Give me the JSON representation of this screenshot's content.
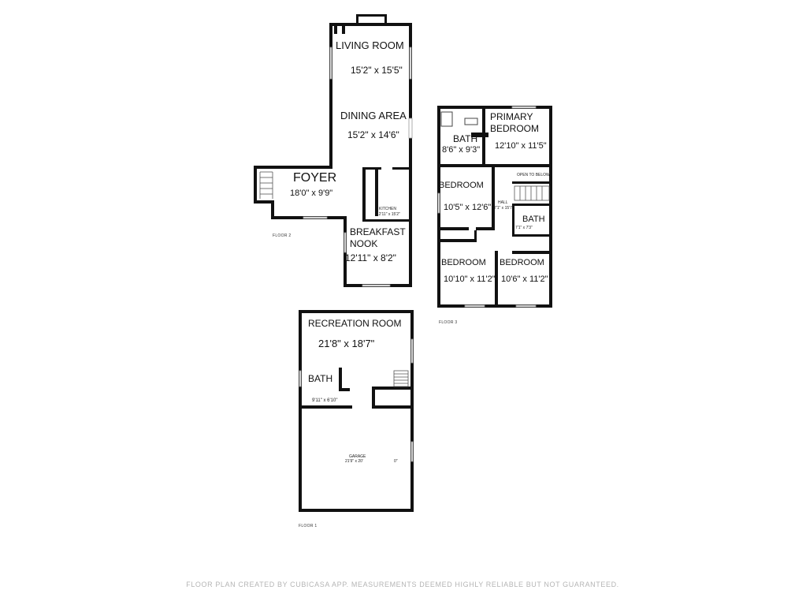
{
  "floors": {
    "floor2": {
      "label": "FLOOR 2",
      "rooms": {
        "living_room": {
          "name": "LIVING ROOM",
          "dims": "15'2\" x 15'5\""
        },
        "dining_area": {
          "name": "DINING AREA",
          "dims": "15'2\" x 14'6\""
        },
        "foyer": {
          "name": "FOYER",
          "dims": "18'0\" x 9'9\""
        },
        "kitchen": {
          "name": "KITCHEN",
          "dims": "12'11\" x 15'2\""
        },
        "breakfast_nook": {
          "name_line1": "BREAKFAST",
          "name_line2": "NOOK",
          "dims": "12'11\" x 8'2\""
        }
      }
    },
    "floor3": {
      "label": "FLOOR 3",
      "rooms": {
        "primary_bedroom": {
          "name_line1": "PRIMARY",
          "name_line2": "BEDROOM",
          "dims": "12'10\" x 11'5\""
        },
        "primary_bath": {
          "name": "BATH",
          "dims": "8'6\" x 9'3\""
        },
        "open_to_below": {
          "name": "OPEN TO BELOW"
        },
        "bedroom_a": {
          "name": "BEDROOM",
          "dims": "10'5\" x 12'6\""
        },
        "hall": {
          "name": "HALL",
          "dims": "7'1\" x 15'7\""
        },
        "hall_bath": {
          "name": "BATH",
          "dims": "7'1\" x 7'3\""
        },
        "bedroom_b": {
          "name": "BEDROOM",
          "dims": "10'10\" x 11'2\""
        },
        "bedroom_c": {
          "name": "BEDROOM",
          "dims": "10'6\" x 11'2\""
        }
      }
    },
    "floor1": {
      "label": "FLOOR 1",
      "rooms": {
        "recreation_room": {
          "name": "RECREATION ROOM",
          "dims": "21'8\" x 18'7\""
        },
        "bath": {
          "name": "BATH",
          "dims": "9'11\" x 6'10\""
        },
        "garage": {
          "name": "GARAGE",
          "dims": "21'9\" x 20'",
          "extra": "0\""
        }
      }
    }
  },
  "footer": {
    "text": "FLOOR PLAN CREATED BY CUBICASA APP. MEASUREMENTS DEEMED HIGHLY RELIABLE BUT NOT GUARANTEED."
  }
}
